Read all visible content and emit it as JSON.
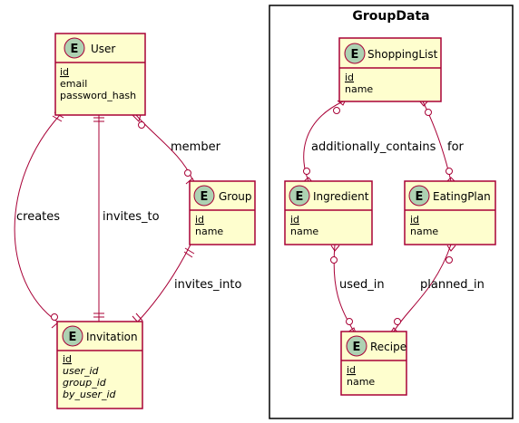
{
  "package": {
    "title": "GroupData"
  },
  "entities": {
    "user": {
      "badge": "E",
      "title": "User",
      "attributes": [
        "id",
        "email",
        "password_hash"
      ]
    },
    "group": {
      "badge": "E",
      "title": "Group",
      "attributes": [
        "id",
        "name"
      ]
    },
    "invitation": {
      "badge": "E",
      "title": "Invitation",
      "attributes": [
        "id",
        "user_id",
        "group_id",
        "by_user_id"
      ]
    },
    "shoppinglist": {
      "badge": "E",
      "title": "ShoppingList",
      "attributes": [
        "id",
        "name"
      ]
    },
    "ingredient": {
      "badge": "E",
      "title": "Ingredient",
      "attributes": [
        "id",
        "name"
      ]
    },
    "eatingplan": {
      "badge": "E",
      "title": "EatingPlan",
      "attributes": [
        "id",
        "name"
      ]
    },
    "recipe": {
      "badge": "E",
      "title": "Recipe",
      "attributes": [
        "id",
        "name"
      ]
    }
  },
  "relations": {
    "member": "member",
    "creates": "creates",
    "invites_to": "invites_to",
    "invites_into": "invites_into",
    "additionally_contains": "additionally_contains",
    "for": "for",
    "used_in": "used_in",
    "planned_in": "planned_in"
  }
}
